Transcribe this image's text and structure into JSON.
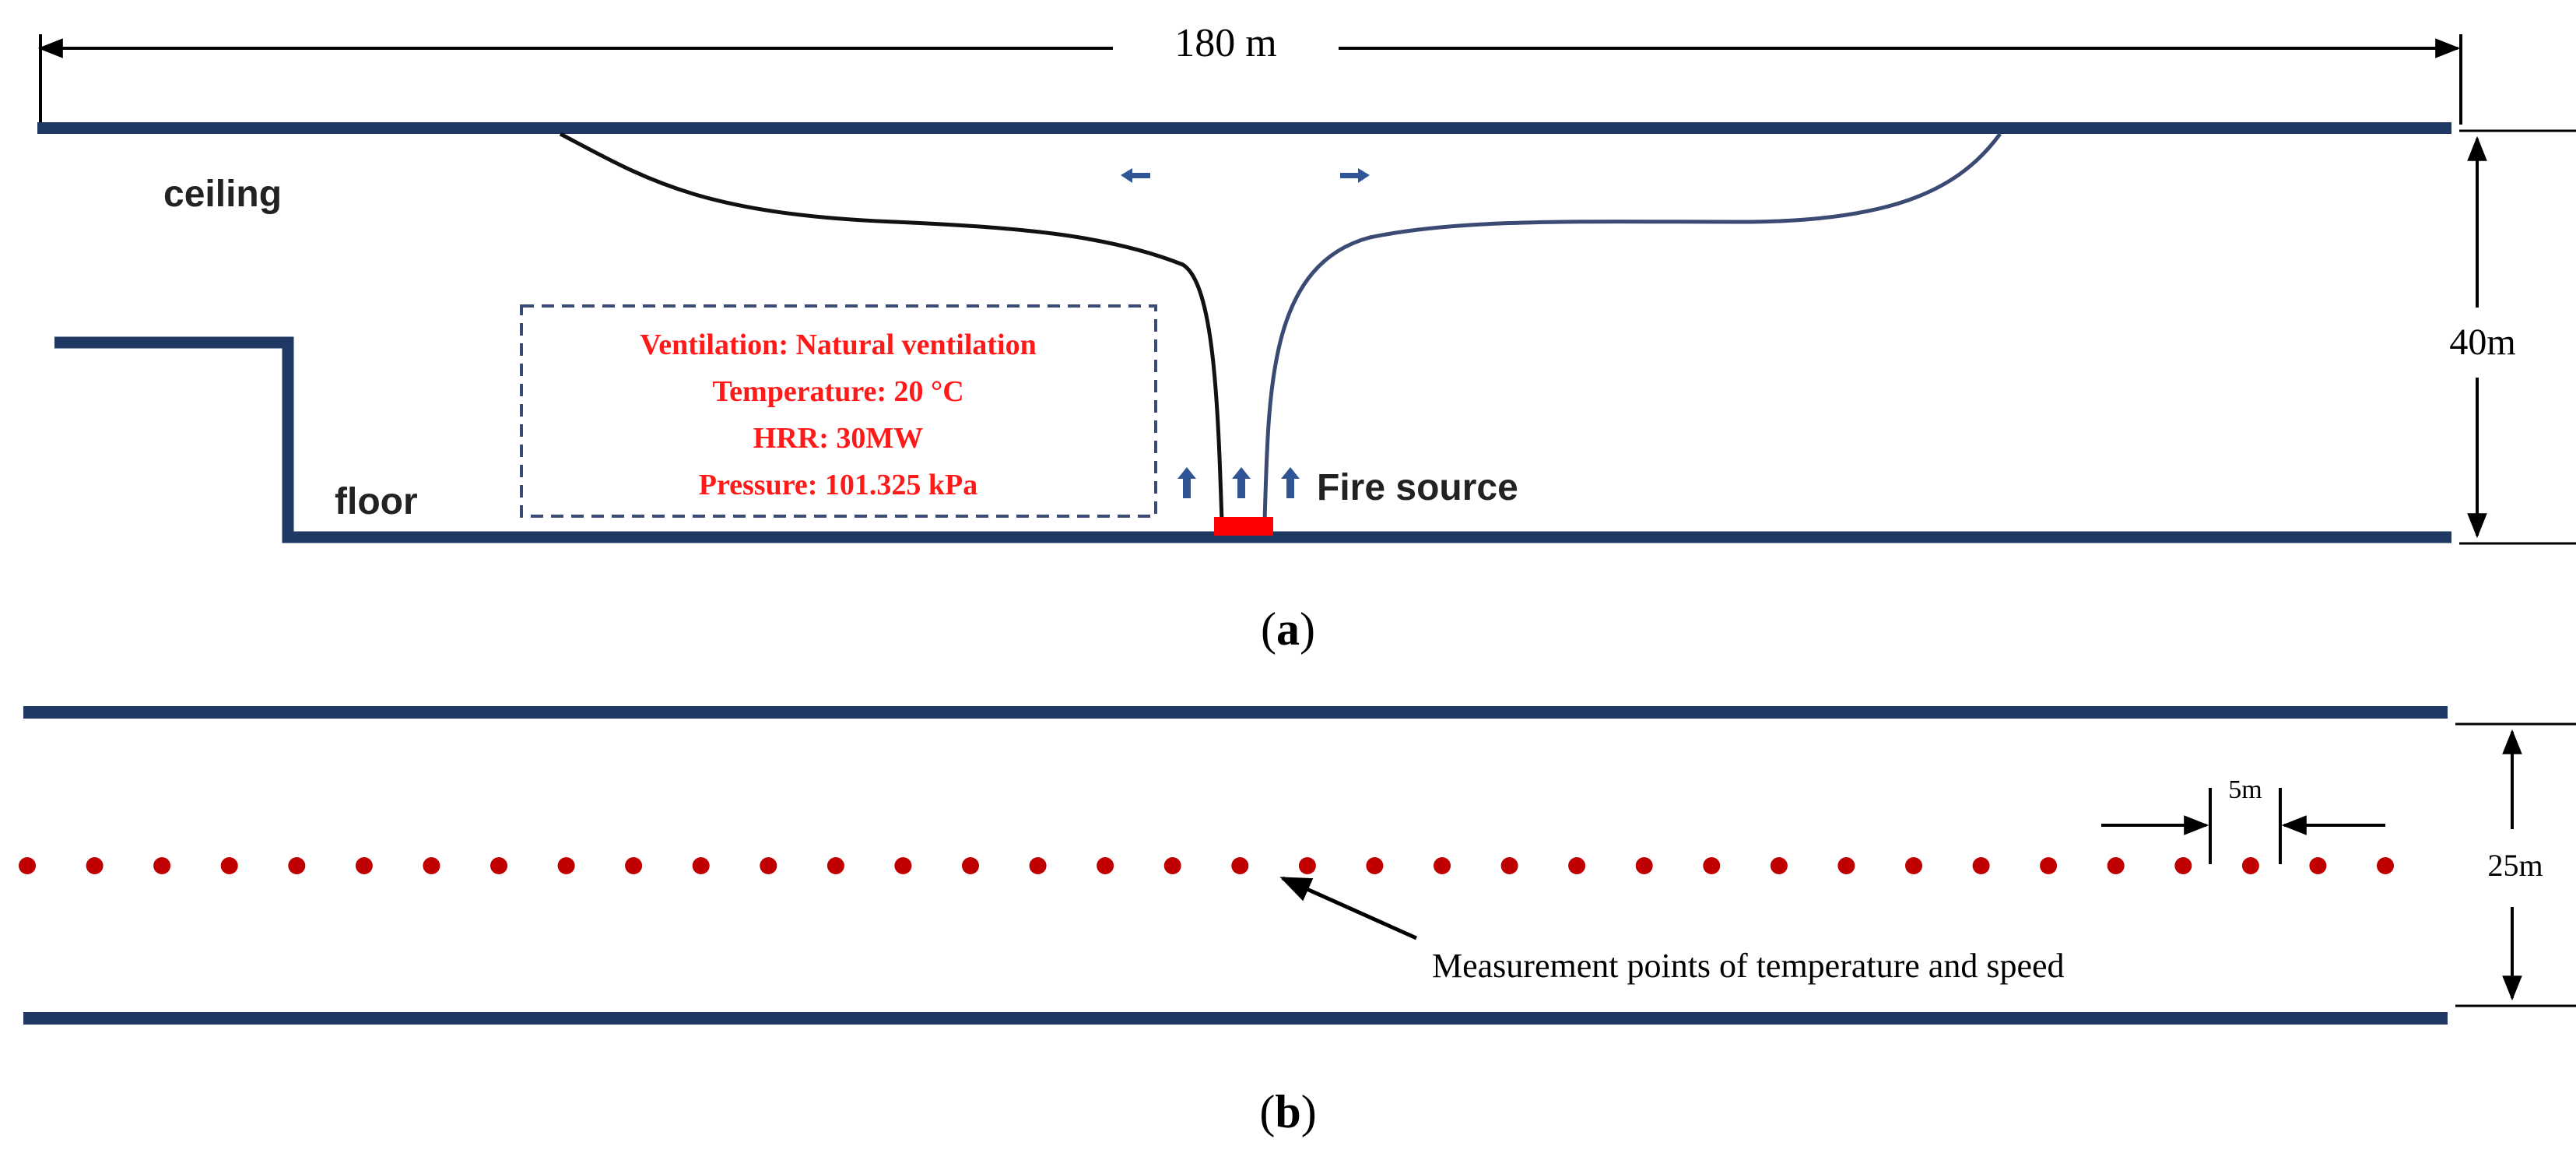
{
  "colors": {
    "wall": "#203864",
    "dot": "#c00000",
    "red_text": "#ff1a1a",
    "fire": "#ff0000",
    "black": "#000000",
    "arrow_blue": "#2f5597"
  },
  "panel_a": {
    "length_label": "180 m",
    "height_label": "40m",
    "ceiling_label": "ceiling",
    "floor_label": "floor",
    "fire_label": "Fire source",
    "conditions": [
      "Ventilation:  Natural ventilation",
      "Temperature: 20 °C",
      "HRR: 30MW",
      "Pressure: 101.325 kPa"
    ],
    "caption_prefix": "(",
    "caption_letter": "a",
    "caption_suffix": ")"
  },
  "panel_b": {
    "spacing_label": "5m",
    "width_label": "25m",
    "measurement_label": "Measurement  points of temperature and speed",
    "caption_prefix": "(",
    "caption_letter": "b",
    "caption_suffix": ")",
    "point_count": 36
  }
}
